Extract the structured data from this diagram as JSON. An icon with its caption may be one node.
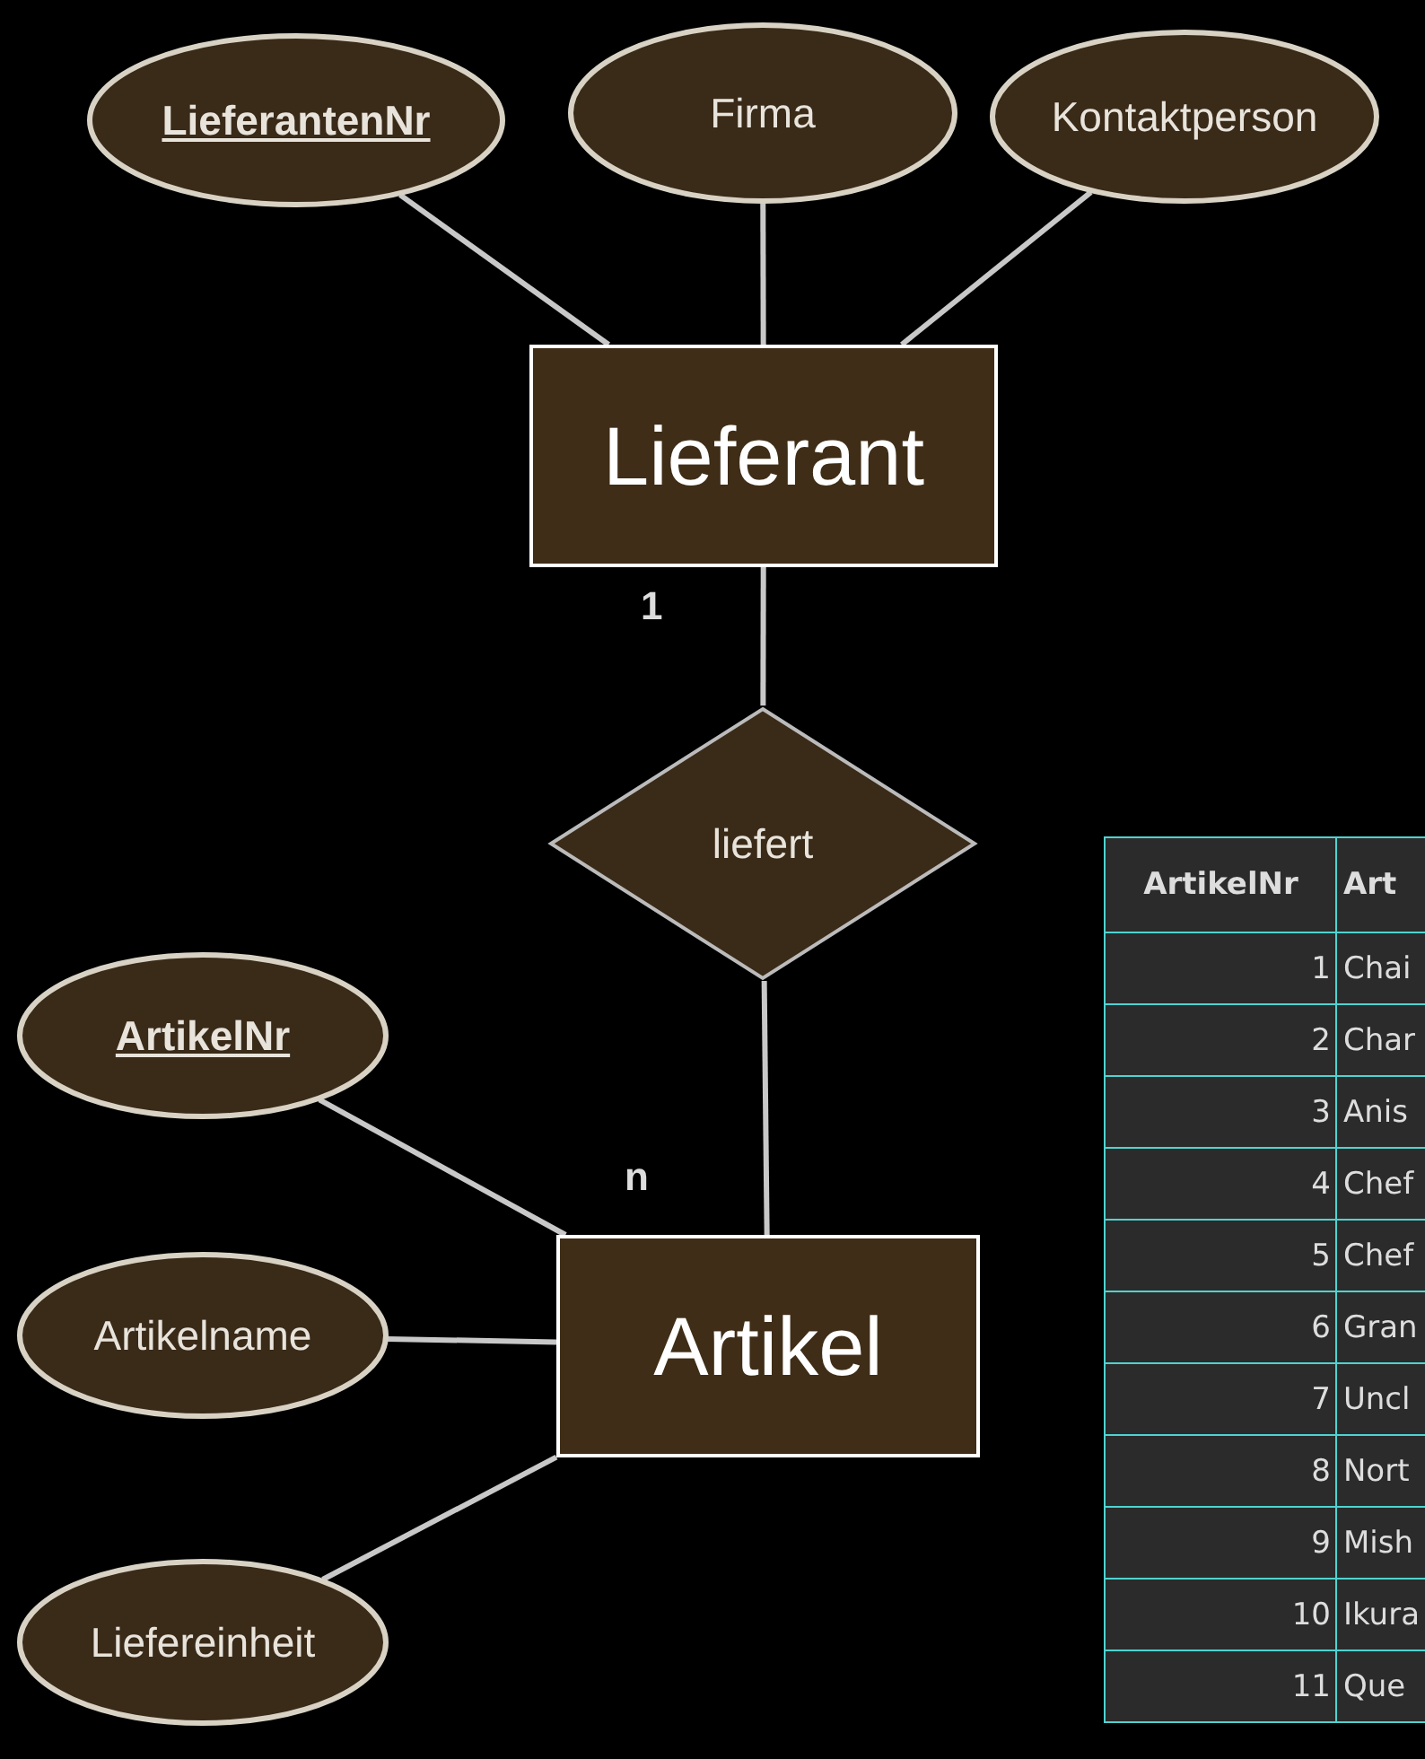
{
  "diagram": {
    "nodes": [
      {
        "text": [
          "LieferantenNr"
        ]
      },
      {
        "text": [
          "Firma"
        ]
      },
      {
        "text": [
          "Kontaktperson"
        ]
      },
      {
        "text": [
          "Lieferant"
        ]
      },
      {
        "text": [
          "liefert"
        ]
      },
      {
        "text": [
          "ArtikelNr"
        ]
      },
      {
        "text": [
          "Artikelname"
        ]
      },
      {
        "text": [
          "Liefereinheit"
        ]
      },
      {
        "text": [
          "Artikel"
        ]
      }
    ],
    "edges": [
      {
        "from": 0,
        "to": 3,
        "arrow": "none"
      },
      {
        "from": 1,
        "to": 3,
        "arrow": "none"
      },
      {
        "from": 2,
        "to": 3,
        "arrow": "none"
      },
      {
        "from": 3,
        "to": 4,
        "arrow": "none",
        "label": "1"
      },
      {
        "from": 4,
        "to": 8,
        "arrow": "none",
        "label": "n"
      },
      {
        "from": 5,
        "to": 8,
        "arrow": "none"
      },
      {
        "from": 6,
        "to": 8,
        "arrow": "none"
      },
      {
        "from": 7,
        "to": 8,
        "arrow": "none"
      }
    ],
    "labels": [
      "ArtikelNr",
      "Art",
      "1",
      "Chai",
      "2",
      "Char",
      "3",
      "Anis",
      "4",
      "Chef",
      "5",
      "Chef",
      "6",
      "Gran",
      "7",
      "Uncl",
      "8",
      "Nort",
      "9",
      "Mish",
      "10",
      "Ikura",
      "11",
      "Que"
    ]
  }
}
